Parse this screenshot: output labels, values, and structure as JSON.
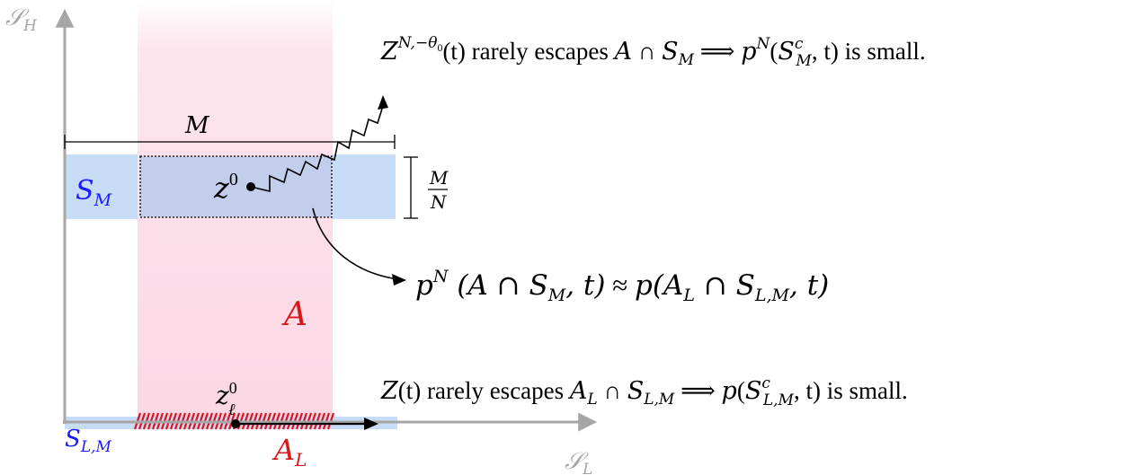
{
  "axes": {
    "vertical_label": "𝒮",
    "vertical_sub": "H",
    "horizontal_label": "𝒮",
    "horizontal_sub": "L"
  },
  "regions": {
    "A": "A",
    "A_L": "A",
    "A_L_sub": "L",
    "S_M": "S",
    "S_M_sub": "M",
    "S_LM": "S",
    "S_LM_sub": "L,M"
  },
  "labels": {
    "M": "M",
    "frac_num": "M",
    "frac_den": "N",
    "z0": "z",
    "z0_sup": "0",
    "zl0": "z",
    "zl0_sup": "0",
    "zl0_sub": "ℓ"
  },
  "statements": {
    "top": {
      "Z": "Z",
      "sup": "N,−θ",
      "sup_sub": "0",
      "t": "(t)",
      "text1": " rarely escapes ",
      "A": "A",
      "cap": " ∩ ",
      "S": "S",
      "S_sub": "M",
      "implies": " ⟹ ",
      "p": "p",
      "p_sup": "N",
      "arg_open": "(",
      "Sc": "S",
      "Sc_sup": "c",
      "Sc_sub": "M",
      "arg_close": ", t)",
      "text2": " is small."
    },
    "middle": {
      "p": "p",
      "p_sup": "N",
      "arg1": " (A ∩ S",
      "arg1_sub": "M",
      "arg1_close": ", t)",
      "approx": " ≈ ",
      "p2": "p",
      "arg2": "(A",
      "arg2_sub1": "L",
      "arg2_mid": " ∩ S",
      "arg2_sub2": "L,M",
      "arg2_close": ", t)"
    },
    "bottom": {
      "Z": "Z",
      "t": "(t)",
      "text1": " rarely escapes ",
      "A": "A",
      "A_sub": "L",
      "cap": " ∩ ",
      "S": "S",
      "S_sub": "L,M",
      "implies": " ⟹ ",
      "p": "p",
      "arg_open": "(",
      "Sc": "S",
      "Sc_sup": "c",
      "Sc_sub": "L,M",
      "arg_close": ", t)",
      "text2": "  is small."
    }
  },
  "colors": {
    "axis": "#a6a6a6",
    "pink_band": "#fde0ea",
    "blue_band": "#c6dcf7",
    "overlap": "#c3cdec",
    "red_label": "#d7191c",
    "blue_label": "#1a1aff",
    "hatch": "#e0141e"
  }
}
